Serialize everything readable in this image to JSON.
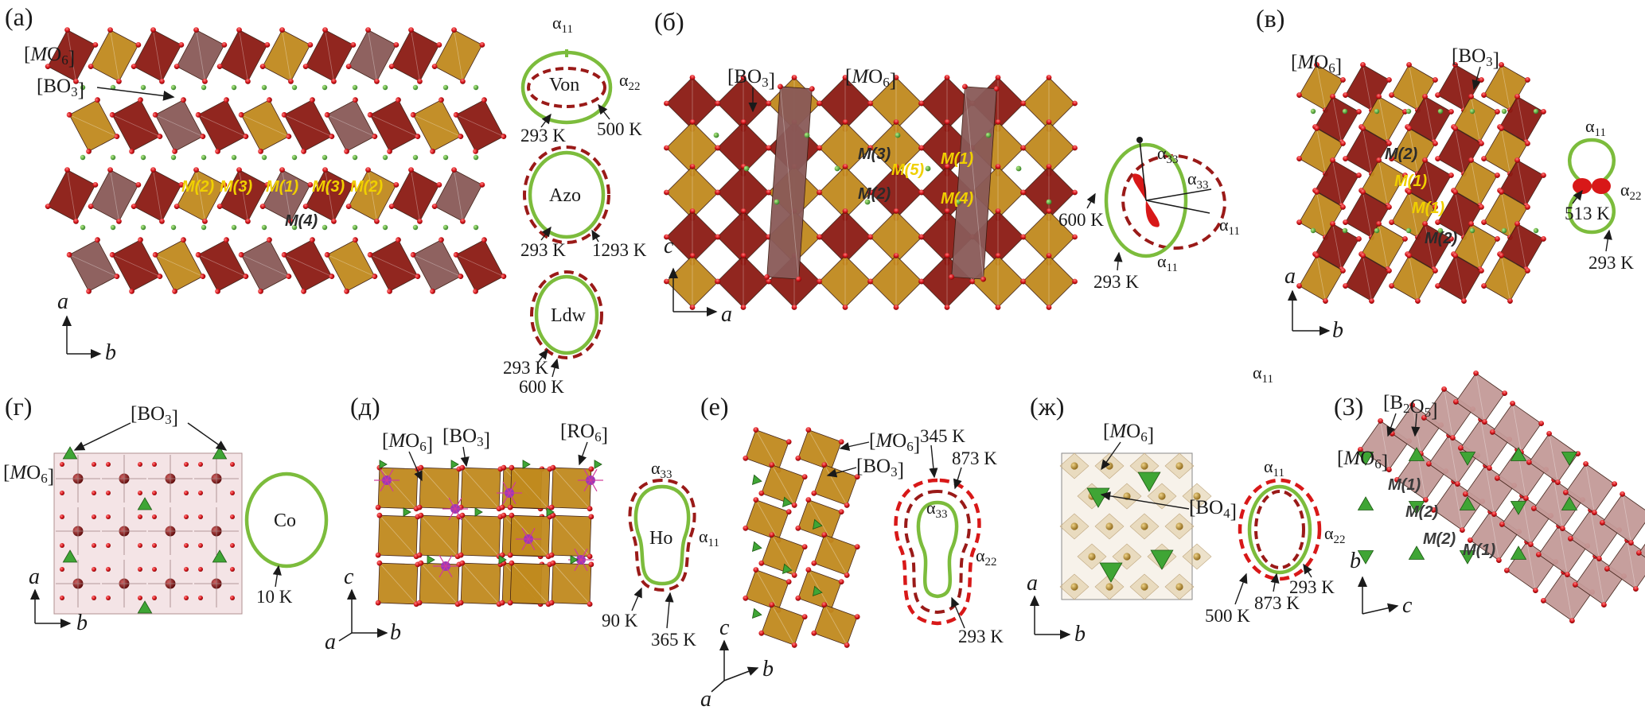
{
  "figure": {
    "panels": [
      {
        "id": "a",
        "label": "(a)"
      },
      {
        "id": "b",
        "label": "(б)"
      },
      {
        "id": "v",
        "label": "(в)"
      },
      {
        "id": "g",
        "label": "(г)"
      },
      {
        "id": "d",
        "label": "(д)"
      },
      {
        "id": "e",
        "label": "(е)"
      },
      {
        "id": "zh",
        "label": "(ж)"
      },
      {
        "id": "z",
        "label": "(3)"
      }
    ],
    "labels": {
      "mo6": "[MO6]",
      "bo3": "[BO3]",
      "ro6": "[RO6]",
      "bo4": "[BO4]",
      "b2o5": "[B2O5]"
    },
    "sites": {
      "m1": "M(1)",
      "m2": "M(2)",
      "m3": "M(3)",
      "m4": "M(4)",
      "m5": "M(5)"
    },
    "axes": {
      "a": "a",
      "b": "b",
      "c": "c"
    },
    "alpha": {
      "a11": "α11",
      "a22": "α22",
      "a33": "α33"
    },
    "minerals": {
      "von": "Von",
      "azo": "Azo",
      "ldw": "Ldw",
      "co": "Co",
      "ho": "Ho"
    },
    "temps": {
      "t293": "293 K",
      "t500": "500 K",
      "t1293": "1293 K",
      "t600": "600 K",
      "t513": "513 K",
      "t10": "10 K",
      "t90": "90 K",
      "t365": "365 K",
      "t345": "345 K",
      "t873": "873 K"
    },
    "colors": {
      "octa_red": "#8c1b14",
      "octa_gold": "#c08a1e",
      "octa_mauve": "#8a5a58",
      "tri_green": "#3fa535",
      "oxygen": "#d4141a",
      "low_temp": "#7cbc3c",
      "high_temp": "#9a1a18",
      "octa_pink": "#c49a98"
    }
  }
}
